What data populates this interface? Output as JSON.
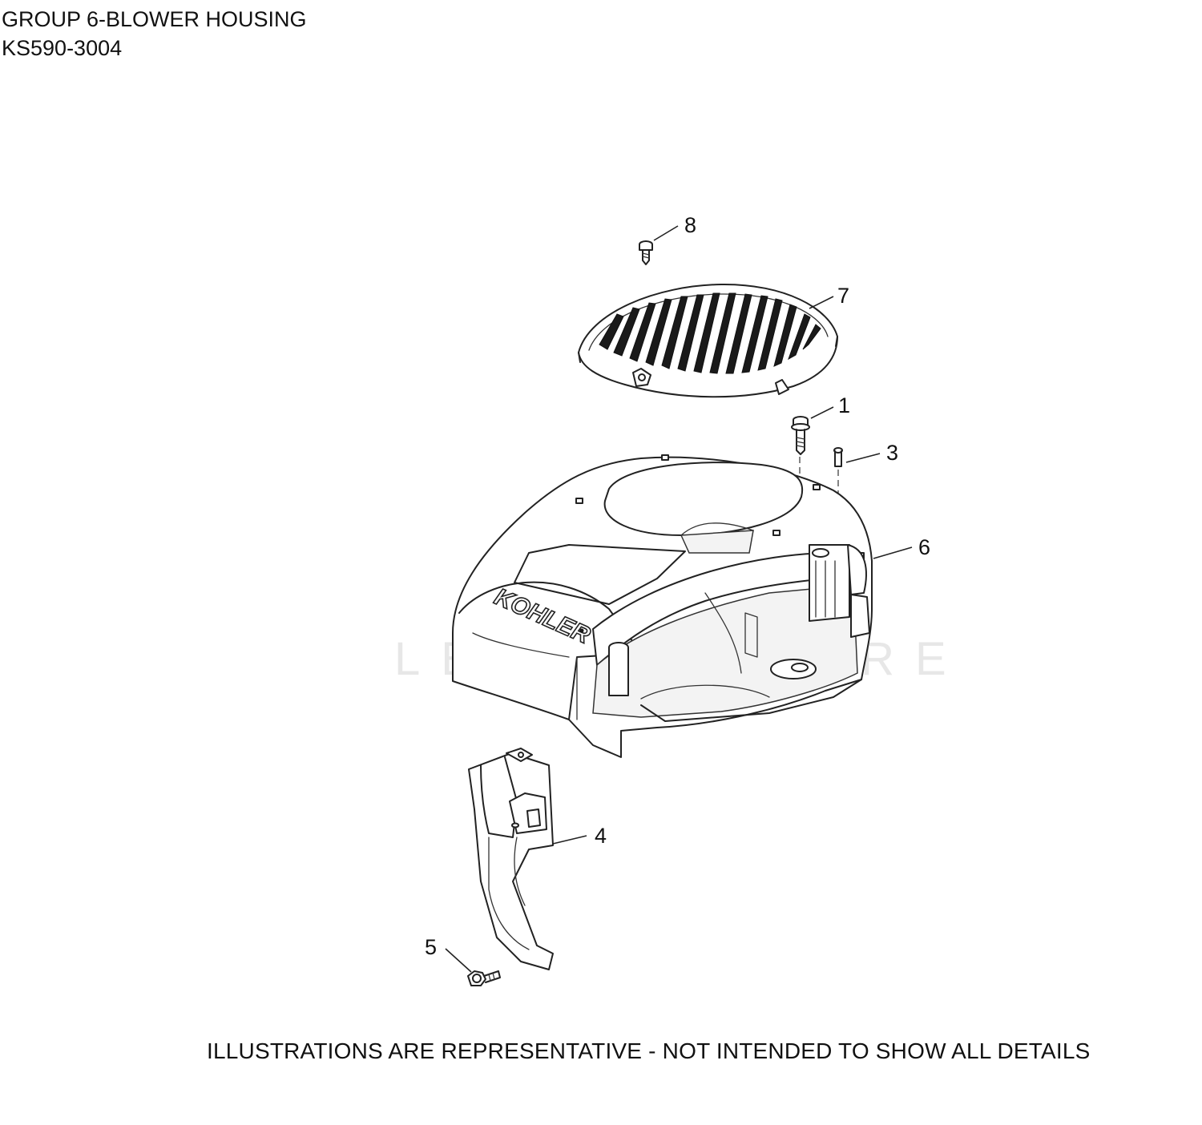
{
  "header": {
    "group_title": "GROUP 6-BLOWER HOUSING",
    "model": "KS590-3004"
  },
  "diagram": {
    "callouts": [
      "1",
      "3",
      "4",
      "5",
      "6",
      "7",
      "8"
    ],
    "brand_logo_text": "KOHLER",
    "watermark_text": "LEADVENTURE"
  },
  "footer": {
    "disclaimer": "ILLUSTRATIONS ARE REPRESENTATIVE - NOT INTENDED TO SHOW ALL DETAILS"
  }
}
